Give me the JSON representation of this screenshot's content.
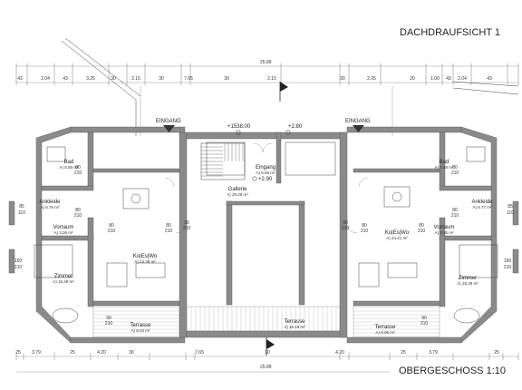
{
  "titles": {
    "roof_view": "DACHDRAUFSICHT 1",
    "floor": "OBERGESCHOSS 1:10"
  },
  "dimensions": {
    "overall_top": "25.89",
    "overall_bottom": "25.89",
    "top_segments": [
      "43",
      "2.04",
      "43",
      "3.25",
      "30",
      "2.15",
      "30",
      "7.65",
      "30",
      "2.15",
      "30",
      "2.05",
      "20",
      "1.00",
      "43",
      "2.04",
      "43"
    ],
    "bottom_segments": [
      "25",
      "3.79",
      "25",
      "4.20",
      "30",
      "7.65",
      "30",
      "4.20",
      "25",
      "3.79",
      "25"
    ],
    "left_side": [
      "85",
      "110",
      "150",
      "210"
    ],
    "right_side": [
      "85",
      "110",
      "150",
      "210"
    ]
  },
  "levels": {
    "entry_a": "+1538.00",
    "entry_b": "+2.80",
    "gallery": "+2.90"
  },
  "entrances": {
    "left": "EINGANG",
    "right": "EINGANG"
  },
  "rooms": [
    {
      "name": "Bad",
      "area": "A) 5.58 m²"
    },
    {
      "name": "Ankleide",
      "area": "A) 6.75 m²"
    },
    {
      "name": "Vorraum",
      "area": "A) 3.36 m²"
    },
    {
      "name": "Zimmer",
      "area": "A) 15.28 m²"
    },
    {
      "name": "Ko|Es|Wo",
      "area": "A) 24.38 m²"
    },
    {
      "name": "Terrasse",
      "area": "A) 8.04 m²"
    },
    {
      "name": "Eingang",
      "area": "A) 5.59 m²"
    },
    {
      "name": "Gallerie",
      "area": "A) 29.28 m²"
    },
    {
      "name": "Terrasse",
      "area": "A) 15.18 m²"
    },
    {
      "name": "Bad",
      "area": "A) 5.58 m²"
    },
    {
      "name": "Ankleide",
      "area": "A) 6.77 m²"
    },
    {
      "name": "Vorraum",
      "area": "A) 3.36 m²"
    },
    {
      "name": "Ko|Es|Wo",
      "area": "A) 24.41 m²"
    },
    {
      "name": "Zimmer",
      "area": "A) 15.28 m²"
    },
    {
      "name": "Terrasse",
      "area": "A) 8.05 m²"
    }
  ],
  "openings": {
    "door": "80",
    "door_height": "210",
    "wide_door": "90",
    "wide_height": "210"
  }
}
